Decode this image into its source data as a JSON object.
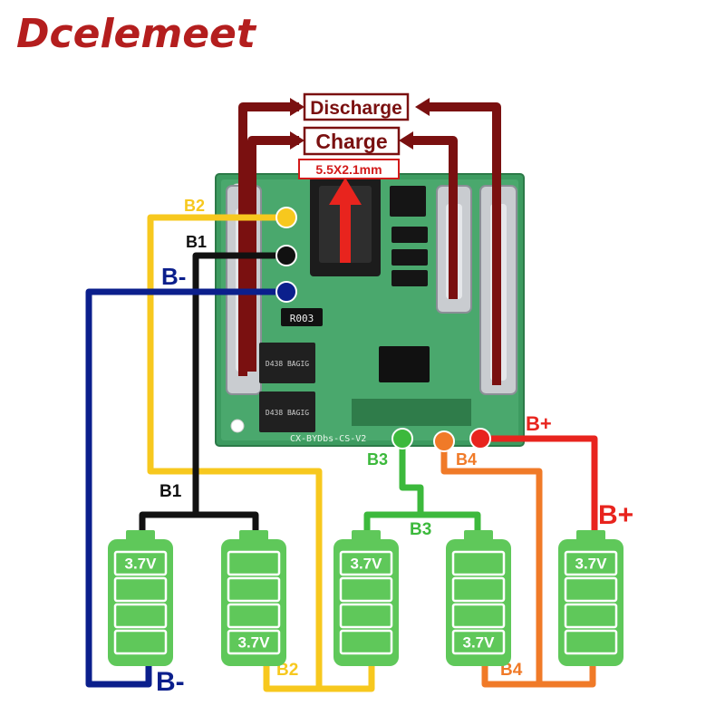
{
  "brand": {
    "name": "Dcelemeet",
    "color": "#b41e1e"
  },
  "outputs": {
    "discharge": "Discharge",
    "charge": "Charge",
    "jack": "5.5X2.1mm"
  },
  "pins": {
    "b2": "B2",
    "b1": "B1",
    "bminus": "B-",
    "b3": "B3",
    "b4": "B4",
    "bplus": "B+"
  },
  "wire_labels": {
    "b1": "B1",
    "b3": "B3",
    "b2": "B2",
    "b4": "B4",
    "bminus": "B-",
    "bplus": "B+"
  },
  "board": {
    "resistor": "R003",
    "silk_left": "CX-BYDbs-CS-V2",
    "mosfet_1": "D438 BAGIG",
    "mosfet_2": "D438 BAGIG"
  },
  "cells": [
    {
      "voltage": "3.7V",
      "label_pos": "top"
    },
    {
      "voltage": "3.7V",
      "label_pos": "bottom"
    },
    {
      "voltage": "3.7V",
      "label_pos": "top"
    },
    {
      "voltage": "3.7V",
      "label_pos": "bottom"
    },
    {
      "voltage": "3.7V",
      "label_pos": "top"
    }
  ],
  "colors": {
    "b2": "#f7c81e",
    "b1": "#111111",
    "bminus": "#0b1f8c",
    "b3": "#3cb93c",
    "b4": "#f07a28",
    "bplus": "#e8241e",
    "output": "#7a1010",
    "cell": "#5fc85a",
    "pcb": "#3d9b60"
  }
}
